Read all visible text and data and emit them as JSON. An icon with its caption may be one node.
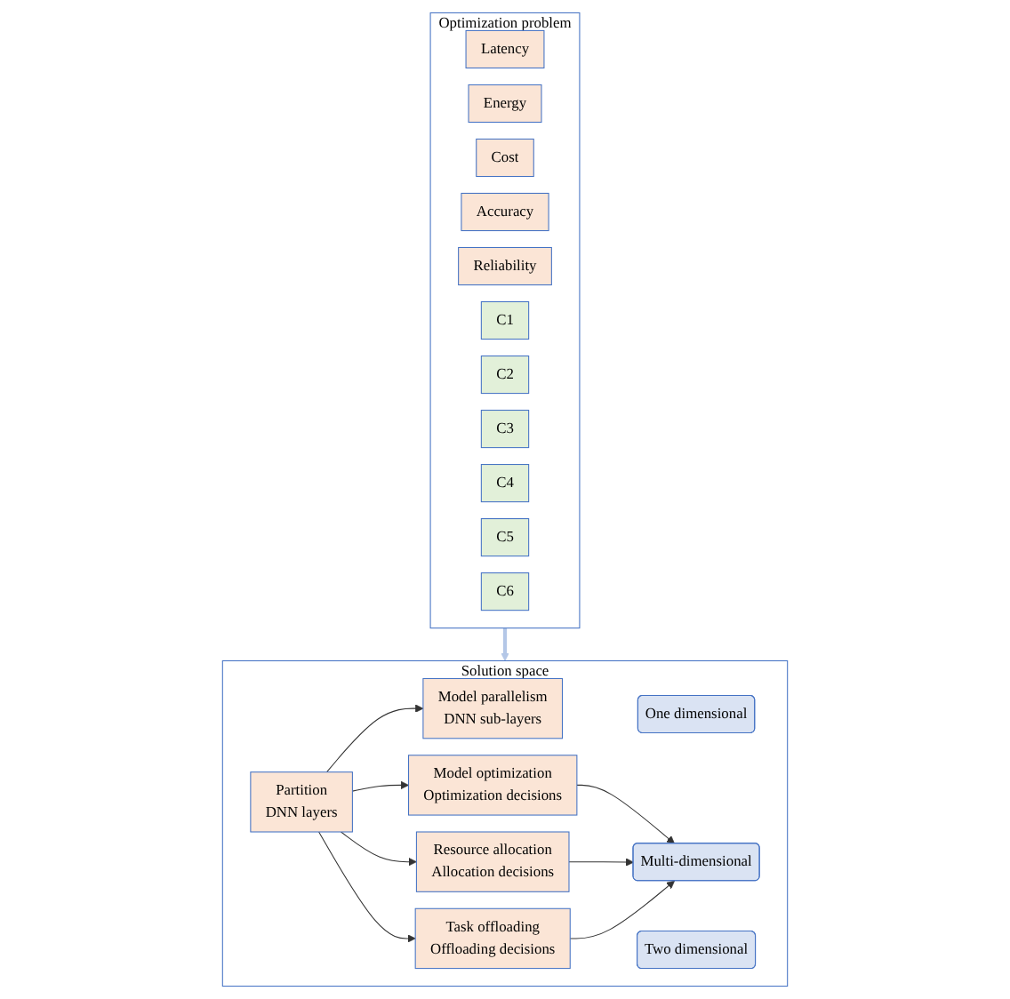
{
  "diagram": {
    "nodes": [
      {
        "text": [
          "Optimization problem"
        ]
      },
      {
        "text": [
          "Latency"
        ],
        "in": 0
      },
      {
        "text": [
          "Energy"
        ],
        "in": 0
      },
      {
        "text": [
          "Cost"
        ],
        "in": 0
      },
      {
        "text": [
          "Accuracy"
        ],
        "in": 0
      },
      {
        "text": [
          "Reliability"
        ],
        "in": 0
      },
      {
        "text": [
          "C1"
        ],
        "in": 0
      },
      {
        "text": [
          "C2"
        ],
        "in": 0
      },
      {
        "text": [
          "C3"
        ],
        "in": 0
      },
      {
        "text": [
          "C4"
        ],
        "in": 0
      },
      {
        "text": [
          "C5"
        ],
        "in": 0
      },
      {
        "text": [
          "C6"
        ],
        "in": 0
      },
      {
        "text": [
          "Solution space"
        ]
      },
      {
        "text": [
          "One dimensional"
        ],
        "in": 12
      },
      {
        "text": [
          "Partition",
          "DNN layers"
        ],
        "in": 12
      },
      {
        "text": [
          "Model parallelism",
          "DNN sub-layers"
        ],
        "in": 12
      },
      {
        "text": [
          "Two dimensional"
        ],
        "in": 12
      },
      {
        "text": [
          "Model optimization",
          "Optimization decisions"
        ],
        "in": 12
      },
      {
        "text": [
          "Resource allocation",
          "Allocation decisions"
        ],
        "in": 12
      },
      {
        "text": [
          "Task offloading",
          "Offloading decisions"
        ],
        "in": 12
      },
      {
        "text": [
          "Multi-dimensional"
        ],
        "in": 12
      }
    ],
    "edges": [
      {
        "from": 0,
        "to": 12,
        "arrow": "to",
        "style": "thick",
        "color": "#b4c7e7"
      },
      {
        "from": 14,
        "to": 15,
        "arrow": "to"
      },
      {
        "from": 14,
        "to": 17,
        "arrow": "to"
      },
      {
        "from": 14,
        "to": 18,
        "arrow": "to"
      },
      {
        "from": 14,
        "to": 19,
        "arrow": "to"
      },
      {
        "from": 17,
        "to": 20,
        "arrow": "to"
      },
      {
        "from": 18,
        "to": 20,
        "arrow": "to"
      },
      {
        "from": 19,
        "to": 20,
        "arrow": "to"
      }
    ]
  }
}
